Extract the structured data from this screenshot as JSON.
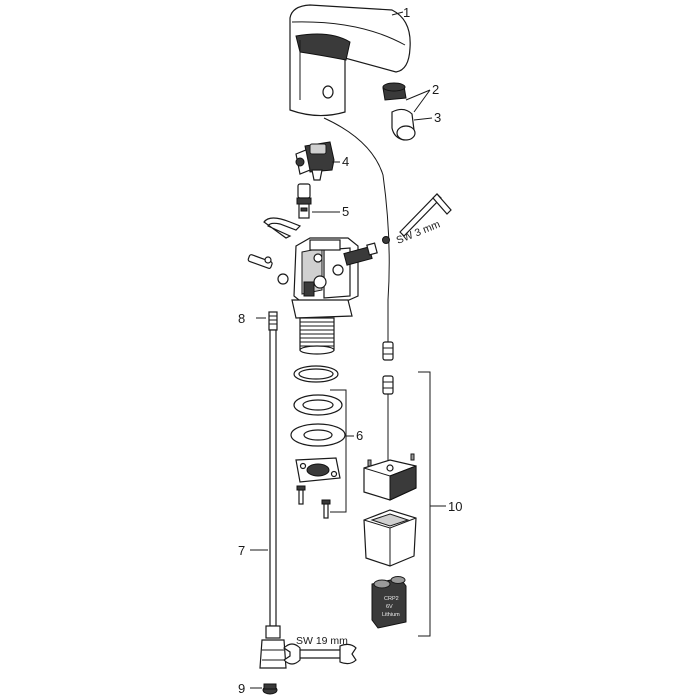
{
  "callouts": [
    {
      "id": "1",
      "text": "1"
    },
    {
      "id": "2",
      "text": "2"
    },
    {
      "id": "3",
      "text": "3"
    },
    {
      "id": "4",
      "text": "4"
    },
    {
      "id": "5",
      "text": "5"
    },
    {
      "id": "6",
      "text": "6"
    },
    {
      "id": "7",
      "text": "7"
    },
    {
      "id": "8",
      "text": "8"
    },
    {
      "id": "9",
      "text": "9"
    },
    {
      "id": "10",
      "text": "10"
    }
  ],
  "tool_labels": {
    "hex_key": "SW 3 mm",
    "wrench": "SW 19 mm"
  },
  "battery_text": [
    "CRP2",
    "6V",
    "Lithium"
  ]
}
